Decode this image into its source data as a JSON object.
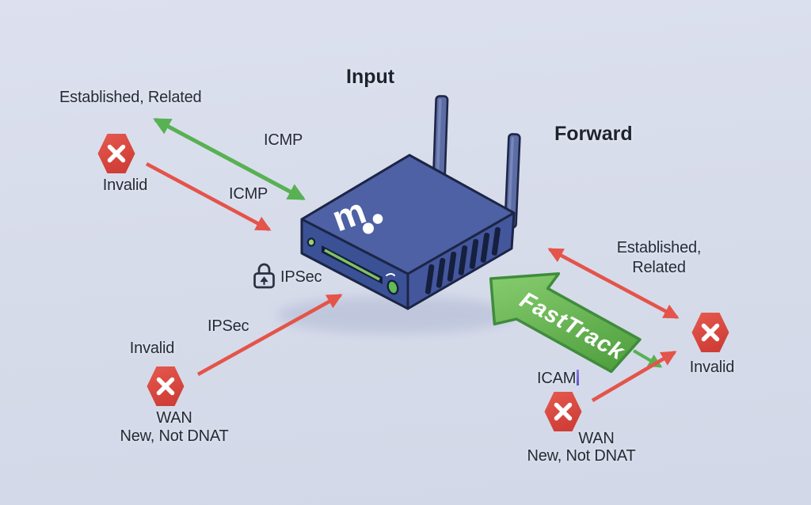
{
  "titles": {
    "input": "Input",
    "forward": "Forward"
  },
  "router": {
    "logo_letter": "m",
    "brand": "mikrotik-router"
  },
  "input_chain": {
    "established_related": "Established, Related",
    "icmp_accept": "ICMP",
    "icmp_drop": "ICMP",
    "invalid_top": "Invalid",
    "ipsec_accept": "IPSec",
    "ipsec_drop": "IPSec",
    "invalid_bottom": "Invalid",
    "wan": "WAN",
    "wan_detail": "New, Not DNAT"
  },
  "forward_chain": {
    "established_line1": "Established,",
    "established_line2": "Related",
    "fasttrack": "FastTrack",
    "invalid": "Invalid",
    "icmp": "ICAM",
    "wan": "WAN",
    "wan_detail": "New, Not DNAT"
  },
  "icons": {
    "deny": "red-hexagon-x",
    "lock": "padlock-outline",
    "fasttrack_arrow": "large-green-arrow-up-left",
    "antennas": 2
  },
  "colors": {
    "background": "#d7dcea",
    "text": "#262b38",
    "title_text": "#1e2330",
    "arrow_red": "#e4544a",
    "arrow_green": "#58b153",
    "deny_hexagon": "#dc4a41",
    "deny_x": "#ffffff",
    "router_top": "#4d61a4",
    "router_front": "#3b5195",
    "router_side": "#44579d",
    "router_outline": "#1c2546",
    "router_led_green": "#7fc463",
    "fasttrack_fill": "#68b550",
    "fasttrack_border": "#3f8c3c",
    "fasttrack_text": "#ffffff",
    "cursor_artifact": "#6b5fcf"
  }
}
